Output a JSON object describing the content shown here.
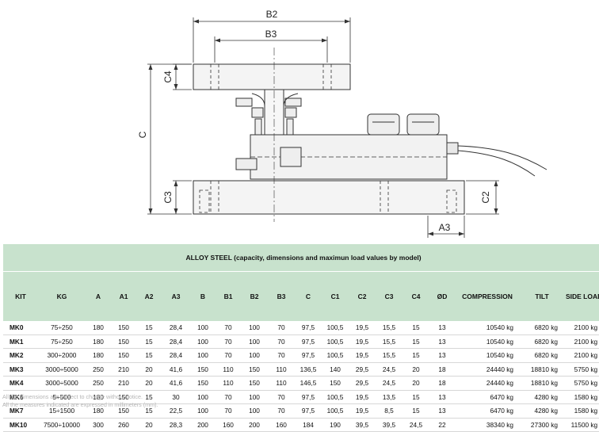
{
  "drawing": {
    "labels": {
      "b2": "B2",
      "b3": "B3",
      "c4": "C4",
      "c": "C",
      "c3": "C3",
      "c2": "C2",
      "a3": "A3"
    }
  },
  "table": {
    "title": "ALLOY STEEL (capacity, dimensions and maximun load values by model)",
    "columns": [
      "KIT",
      "KG",
      "A",
      "A1",
      "A2",
      "A3",
      "B",
      "B1",
      "B2",
      "B3",
      "C",
      "C1",
      "C2",
      "C3",
      "C4",
      "ØD",
      "COMPRESSION",
      "TILT",
      "SIDE LOAD"
    ],
    "rows": [
      [
        "MK0",
        "75÷250",
        "180",
        "150",
        "15",
        "28,4",
        "100",
        "70",
        "100",
        "70",
        "97,5",
        "100,5",
        "19,5",
        "15,5",
        "15",
        "13",
        "10540 kg",
        "6820 kg",
        "2100 kg"
      ],
      [
        "MK1",
        "75÷250",
        "180",
        "150",
        "15",
        "28,4",
        "100",
        "70",
        "100",
        "70",
        "97,5",
        "100,5",
        "19,5",
        "15,5",
        "15",
        "13",
        "10540 kg",
        "6820 kg",
        "2100 kg"
      ],
      [
        "MK2",
        "300÷2000",
        "180",
        "150",
        "15",
        "28,4",
        "100",
        "70",
        "100",
        "70",
        "97,5",
        "100,5",
        "19,5",
        "15,5",
        "15",
        "13",
        "10540 kg",
        "6820 kg",
        "2100 kg"
      ],
      [
        "MK3",
        "3000÷5000",
        "250",
        "210",
        "20",
        "41,6",
        "150",
        "110",
        "150",
        "110",
        "136,5",
        "140",
        "29,5",
        "24,5",
        "20",
        "18",
        "24440 kg",
        "18810 kg",
        "5750 kg"
      ],
      [
        "MK4",
        "3000÷5000",
        "250",
        "210",
        "20",
        "41,6",
        "150",
        "110",
        "150",
        "110",
        "146,5",
        "150",
        "29,5",
        "24,5",
        "20",
        "18",
        "24440 kg",
        "18810 kg",
        "5750 kg"
      ],
      [
        "MK6",
        "5÷500",
        "180",
        "150",
        "15",
        "30",
        "100",
        "70",
        "100",
        "70",
        "97,5",
        "100,5",
        "19,5",
        "13,5",
        "15",
        "13",
        "6470 kg",
        "4280 kg",
        "1580 kg"
      ],
      [
        "MK7",
        "15÷1500",
        "180",
        "150",
        "15",
        "22,5",
        "100",
        "70",
        "100",
        "70",
        "97,5",
        "100,5",
        "19,5",
        "8,5",
        "15",
        "13",
        "6470 kg",
        "4280 kg",
        "1580 kg"
      ],
      [
        "MK10",
        "7500÷10000",
        "300",
        "260",
        "20",
        "28,3",
        "200",
        "160",
        "200",
        "160",
        "184",
        "190",
        "39,5",
        "39,5",
        "24,5",
        "22",
        "38340 kg",
        "27300 kg",
        "11500 kg"
      ]
    ]
  },
  "notes": {
    "line1": "All the dimensions are subject to change without notice.",
    "line2": "All the measures indicated are expressed in millimeters (mm)."
  }
}
